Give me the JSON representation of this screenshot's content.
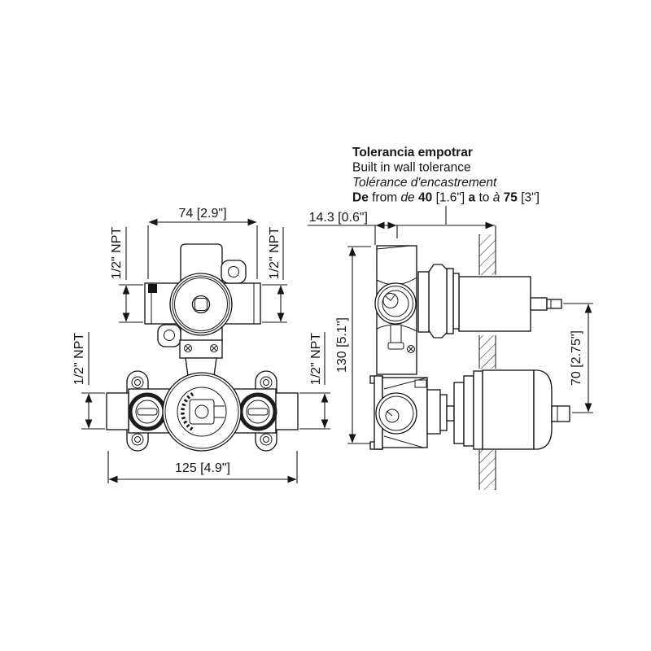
{
  "tolerance_note": {
    "line1": "Tolerancia empotrar",
    "line2": "Built in wall tolerance",
    "line3": "Tolérance d'encastrement",
    "line4": [
      "De ",
      "from ",
      "de ",
      "40 ",
      "[1.6\"] ",
      "a ",
      "to ",
      "à ",
      "75 ",
      "[3\"]"
    ]
  },
  "front_view": {
    "dim_width_top": "74 [2.9\"]",
    "dim_width_overall": "125 [4.9\"]",
    "port_labels": [
      "1/2\" NPT",
      "1/2\" NPT",
      "1/2\" NPT",
      "1/2\" NPT"
    ]
  },
  "side_view": {
    "dim_depth": "14.3 [0.6\"]",
    "dim_height": "130 [5.1\"]",
    "dim_stem_spacing": "70 [2.75\"]"
  },
  "colors": {
    "line": "#161616",
    "background": "#ffffff"
  }
}
